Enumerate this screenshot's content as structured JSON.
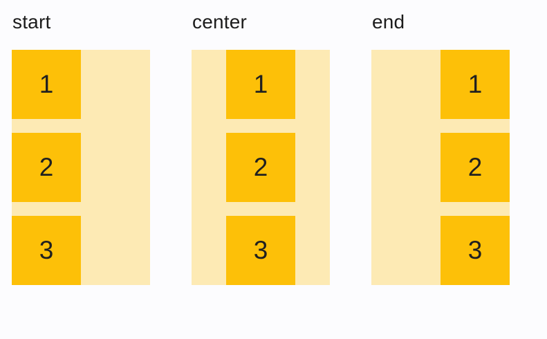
{
  "colors": {
    "page_bg": "#fcfcfe",
    "track": "#fdeab4",
    "box": "#fdc008",
    "label_text": "#1c1c1c",
    "box_text": "#202020"
  },
  "columns": [
    {
      "label": "start",
      "alignment": "start",
      "items": [
        "1",
        "2",
        "3"
      ]
    },
    {
      "label": "center",
      "alignment": "center",
      "items": [
        "1",
        "2",
        "3"
      ]
    },
    {
      "label": "end",
      "alignment": "end",
      "items": [
        "1",
        "2",
        "3"
      ]
    }
  ]
}
